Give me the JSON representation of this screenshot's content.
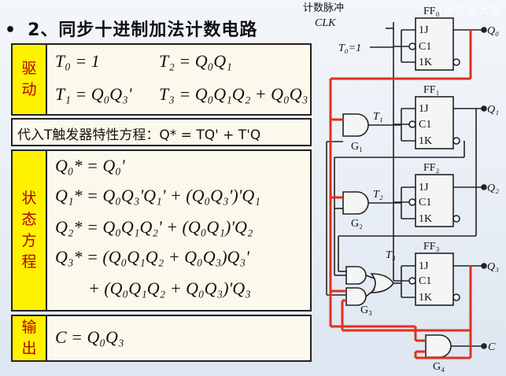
{
  "title": {
    "bullet": "•",
    "text": "2、同步十进制加法计数电路"
  },
  "drive": {
    "tag": "驱动",
    "t0": "T₀ = 1",
    "t2": "T₂ = Q₀Q₁",
    "t1": "T₁ = Q₀Q₃'",
    "t3": "T₃ = Q₀Q₁Q₂ + Q₀Q₃"
  },
  "subst": {
    "text": "代入T触发器特性方程：Q* = TQ' + T'Q"
  },
  "state": {
    "tag": "状态方程",
    "lines": [
      "Q₀* = Q₀'",
      "Q₁* = Q₀Q₃'Q₁' + (Q₀Q₃')'Q₁",
      "Q₂* = Q₀Q₁Q₂' + (Q₀Q₁)'Q₂",
      "Q₃* = (Q₀Q₁Q₂ + Q₀Q₃)Q₃'",
      "+ (Q₀Q₁Q₂ + Q₀Q₃)'Q₃"
    ]
  },
  "output": {
    "tag": "输出",
    "eq": "C = Q₀Q₃"
  },
  "circuit": {
    "clk_label_cn": "计数脉冲",
    "clk_label": "CLK",
    "t0_label": "T₀=1",
    "ff_labels": [
      "FF₀",
      "FF₁",
      "FF₂",
      "FF₃"
    ],
    "pin_j": "1J",
    "pin_c": "C1",
    "pin_k": "1K",
    "q_labels": [
      "Q₀",
      "Q₁",
      "Q₂",
      "Q₃"
    ],
    "t_labels": [
      "T₁",
      "T₂",
      "T₃"
    ],
    "gate_labels": [
      "G₁",
      "G₂",
      "G₃",
      "G₄"
    ],
    "c_label": "C",
    "watermark": "山东农业大学",
    "wire_color": "#222222",
    "highlight_color": "#e0301e"
  }
}
